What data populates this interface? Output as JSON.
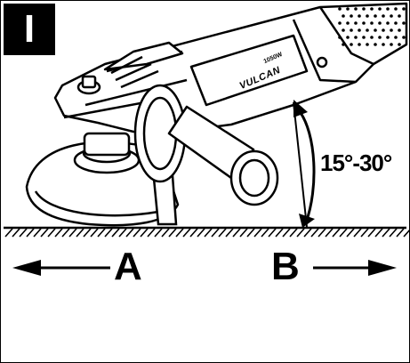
{
  "step": {
    "label": "I"
  },
  "angle": {
    "label": "15°-30°"
  },
  "directions": {
    "a": "A",
    "b": "B"
  },
  "tool": {
    "brand": "VULCAN",
    "model": "1050W"
  }
}
